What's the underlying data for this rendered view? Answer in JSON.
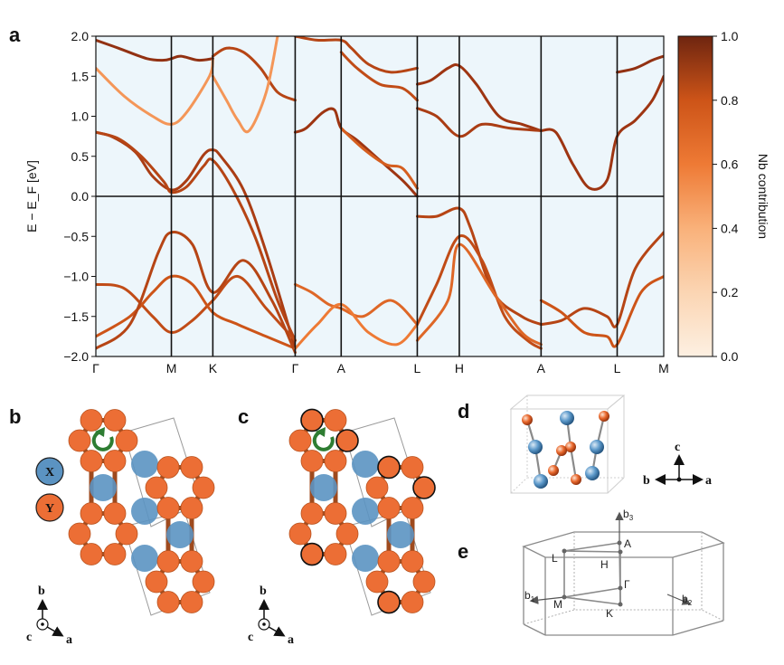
{
  "panels": {
    "a": "a",
    "b": "b",
    "c": "c",
    "d": "d",
    "e": "e"
  },
  "chart_data": {
    "type": "line",
    "title": "",
    "xlabel": "",
    "ylabel": "E − E_F [eV]",
    "ylim": [
      -2.0,
      2.0
    ],
    "yticks": [
      "2.0",
      "1.5",
      "1.0",
      "0.5",
      "0.0",
      "−0.5",
      "−1.0",
      "−1.5",
      "−2.0"
    ],
    "kpath": [
      {
        "label": "Γ",
        "pos": 0.0
      },
      {
        "label": "M",
        "pos": 0.133
      },
      {
        "label": "K",
        "pos": 0.206
      },
      {
        "label": "Γ",
        "pos": 0.351
      },
      {
        "label": "A",
        "pos": 0.432
      },
      {
        "label": "L",
        "pos": 0.566
      },
      {
        "label": "H",
        "pos": 0.64
      },
      {
        "label": "A",
        "pos": 0.784
      },
      {
        "label": "L",
        "pos": 0.918
      },
      {
        "label": "M",
        "pos": 1.0
      }
    ],
    "colorbar": {
      "label": "Nb contribution",
      "ticks": [
        "0.0",
        "0.2",
        "0.4",
        "0.6",
        "0.8",
        "1.0"
      ],
      "range": [
        0,
        1
      ],
      "colors": [
        "#fdf0e2",
        "#f9b17a",
        "#ee7a35",
        "#cd5418",
        "#9e3512",
        "#6e2510"
      ]
    },
    "background": "#edf6fb",
    "series": [
      {
        "x": [
          0,
          0.03,
          0.07,
          0.1,
          0.133,
          0.16,
          0.19,
          0.206,
          0.22,
          0.26,
          0.3,
          0.351
        ],
        "y": [
          0.8,
          0.74,
          0.55,
          0.25,
          0.08,
          0.2,
          0.52,
          0.58,
          0.5,
          0.08,
          -0.7,
          -1.9
        ],
        "nb": 0.75
      },
      {
        "x": [
          0,
          0.04,
          0.08,
          0.12,
          0.133,
          0.16,
          0.19,
          0.206,
          0.24,
          0.28,
          0.32,
          0.351
        ],
        "y": [
          0.8,
          0.72,
          0.5,
          0.18,
          0.05,
          0.12,
          0.38,
          0.45,
          0.1,
          -0.5,
          -1.3,
          -1.8
        ],
        "nb": 0.7
      },
      {
        "x": [
          0,
          0.05,
          0.1,
          0.133,
          0.17,
          0.206,
          0.25,
          0.3,
          0.351
        ],
        "y": [
          -1.1,
          -1.15,
          -1.5,
          -1.7,
          -1.55,
          -1.3,
          -1.0,
          -1.4,
          -1.8
        ],
        "nb": 0.65
      },
      {
        "x": [
          0,
          0.06,
          0.1,
          0.133,
          0.17,
          0.206,
          0.25,
          0.3,
          0.351
        ],
        "y": [
          -1.75,
          -1.5,
          -1.2,
          -1.0,
          -1.1,
          -1.45,
          -1.6,
          -1.75,
          -1.9
        ],
        "nb": 0.6
      },
      {
        "x": [
          0,
          0.06,
          0.11,
          0.133,
          0.17,
          0.206,
          0.26,
          0.31,
          0.351
        ],
        "y": [
          -1.9,
          -1.6,
          -0.7,
          -0.45,
          -0.6,
          -1.2,
          -0.8,
          -1.3,
          -1.95
        ],
        "nb": 0.7
      },
      {
        "x": [
          0.351,
          0.37,
          0.4,
          0.42,
          0.432,
          0.46,
          0.5,
          0.54,
          0.566
        ],
        "y": [
          0.8,
          0.85,
          1.05,
          1.08,
          0.85,
          0.7,
          0.45,
          0.2,
          0.0
        ],
        "nb": 0.8
      },
      {
        "x": [
          0.351,
          0.38,
          0.41,
          0.432,
          0.47,
          0.52,
          0.566
        ],
        "y": [
          -1.1,
          -1.2,
          -1.35,
          -1.4,
          -1.5,
          -1.3,
          -1.6
        ],
        "nb": 0.5
      },
      {
        "x": [
          0.351,
          0.39,
          0.432,
          0.48,
          0.53,
          0.566
        ],
        "y": [
          -1.9,
          -1.6,
          -1.35,
          -1.7,
          -1.85,
          -1.6
        ],
        "nb": 0.4
      },
      {
        "x": [
          0.432,
          0.47,
          0.51,
          0.54,
          0.566
        ],
        "y": [
          0.85,
          0.6,
          0.4,
          0.35,
          0.1
        ],
        "nb": 0.55
      },
      {
        "x": [
          0.566,
          0.59,
          0.62,
          0.64,
          0.67,
          0.71,
          0.75,
          0.784
        ],
        "y": [
          1.4,
          1.45,
          1.6,
          1.63,
          1.4,
          1.0,
          0.9,
          0.82
        ],
        "nb": 0.8
      },
      {
        "x": [
          0.566,
          0.6,
          0.64,
          0.68,
          0.73,
          0.784
        ],
        "y": [
          1.1,
          1.0,
          0.75,
          0.9,
          0.85,
          0.82
        ],
        "nb": 0.75
      },
      {
        "x": [
          0.566,
          0.6,
          0.64,
          0.66,
          0.7,
          0.75,
          0.784
        ],
        "y": [
          -0.25,
          -0.25,
          -0.15,
          -0.4,
          -1.2,
          -1.5,
          -1.6
        ],
        "nb": 0.7
      },
      {
        "x": [
          0.566,
          0.6,
          0.64,
          0.68,
          0.72,
          0.76,
          0.784
        ],
        "y": [
          -1.6,
          -1.1,
          -0.5,
          -0.8,
          -1.5,
          -1.8,
          -1.9
        ],
        "nb": 0.65
      },
      {
        "x": [
          0.566,
          0.62,
          0.64,
          0.7,
          0.75,
          0.784
        ],
        "y": [
          -1.8,
          -1.3,
          -0.6,
          -1.2,
          -1.7,
          -1.85
        ],
        "nb": 0.5
      },
      {
        "x": [
          0.784,
          0.81,
          0.84,
          0.87,
          0.9,
          0.918,
          0.95,
          0.98,
          1.0
        ],
        "y": [
          0.82,
          0.8,
          0.4,
          0.1,
          0.2,
          0.75,
          0.95,
          1.2,
          1.5
        ],
        "nb": 0.8
      },
      {
        "x": [
          0.784,
          0.82,
          0.86,
          0.9,
          0.918,
          0.95,
          1.0
        ],
        "y": [
          -1.6,
          -1.55,
          -1.4,
          -1.5,
          -1.6,
          -0.9,
          -0.45
        ],
        "nb": 0.7
      },
      {
        "x": [
          0.784,
          0.82,
          0.86,
          0.9,
          0.918,
          0.96,
          1.0
        ],
        "y": [
          -1.3,
          -1.45,
          -1.7,
          -1.75,
          -1.85,
          -1.2,
          -1.0
        ],
        "nb": 0.6
      },
      {
        "x": [
          0.918,
          0.95,
          0.98,
          1.0
        ],
        "y": [
          1.55,
          1.6,
          1.7,
          1.75
        ],
        "nb": 0.85
      },
      {
        "x": [
          0,
          0.04,
          0.09,
          0.12,
          0.133,
          0.15,
          0.18,
          0.206
        ],
        "y": [
          1.95,
          1.85,
          1.72,
          1.7,
          1.72,
          1.75,
          1.7,
          1.72
        ],
        "nb": 0.85
      },
      {
        "x": [
          0,
          0.05,
          0.1,
          0.133,
          0.16,
          0.2,
          0.206
        ],
        "y": [
          1.6,
          1.25,
          1.0,
          0.9,
          1.05,
          1.5,
          1.7
        ],
        "nb": 0.3
      },
      {
        "x": [
          0.206,
          0.23,
          0.26,
          0.29,
          0.32,
          0.351
        ],
        "y": [
          1.75,
          1.85,
          1.8,
          1.6,
          1.3,
          1.2
        ],
        "nb": 0.7
      },
      {
        "x": [
          0.206,
          0.23,
          0.25,
          0.27,
          0.3,
          0.32
        ],
        "y": [
          1.5,
          1.2,
          0.95,
          0.82,
          1.3,
          2.0
        ],
        "nb": 0.3
      },
      {
        "x": [
          0.351,
          0.39,
          0.432,
          0.45,
          0.48,
          0.52,
          0.566
        ],
        "y": [
          2.0,
          1.95,
          1.95,
          1.85,
          1.65,
          1.55,
          1.6
        ],
        "nb": 0.7
      },
      {
        "x": [
          0.432,
          0.46,
          0.5,
          0.54,
          0.566
        ],
        "y": [
          1.8,
          1.6,
          1.4,
          1.35,
          1.2
        ],
        "nb": 0.65
      }
    ]
  },
  "legend": {
    "x_label": "X",
    "y_label": "Y"
  },
  "axes_b": {
    "b": "b",
    "c": "c",
    "a": "a"
  },
  "axes_c": {
    "b": "b",
    "c": "c",
    "a": "a"
  },
  "axes_d": {
    "c": "c",
    "b": "b",
    "a": "a"
  },
  "bz_labels": {
    "A": "A",
    "L": "L",
    "H": "H",
    "M": "M",
    "K": "K",
    "G": "Γ",
    "b1": "b",
    "b1sub": "1",
    "b2": "b",
    "b2sub": "2",
    "b3": "b",
    "b3sub": "3"
  },
  "colors": {
    "x_atom": "#5b93c2",
    "y_atom": "#ec6e35",
    "bond": "#9e4a1e",
    "arrow": "#2e7d32"
  }
}
